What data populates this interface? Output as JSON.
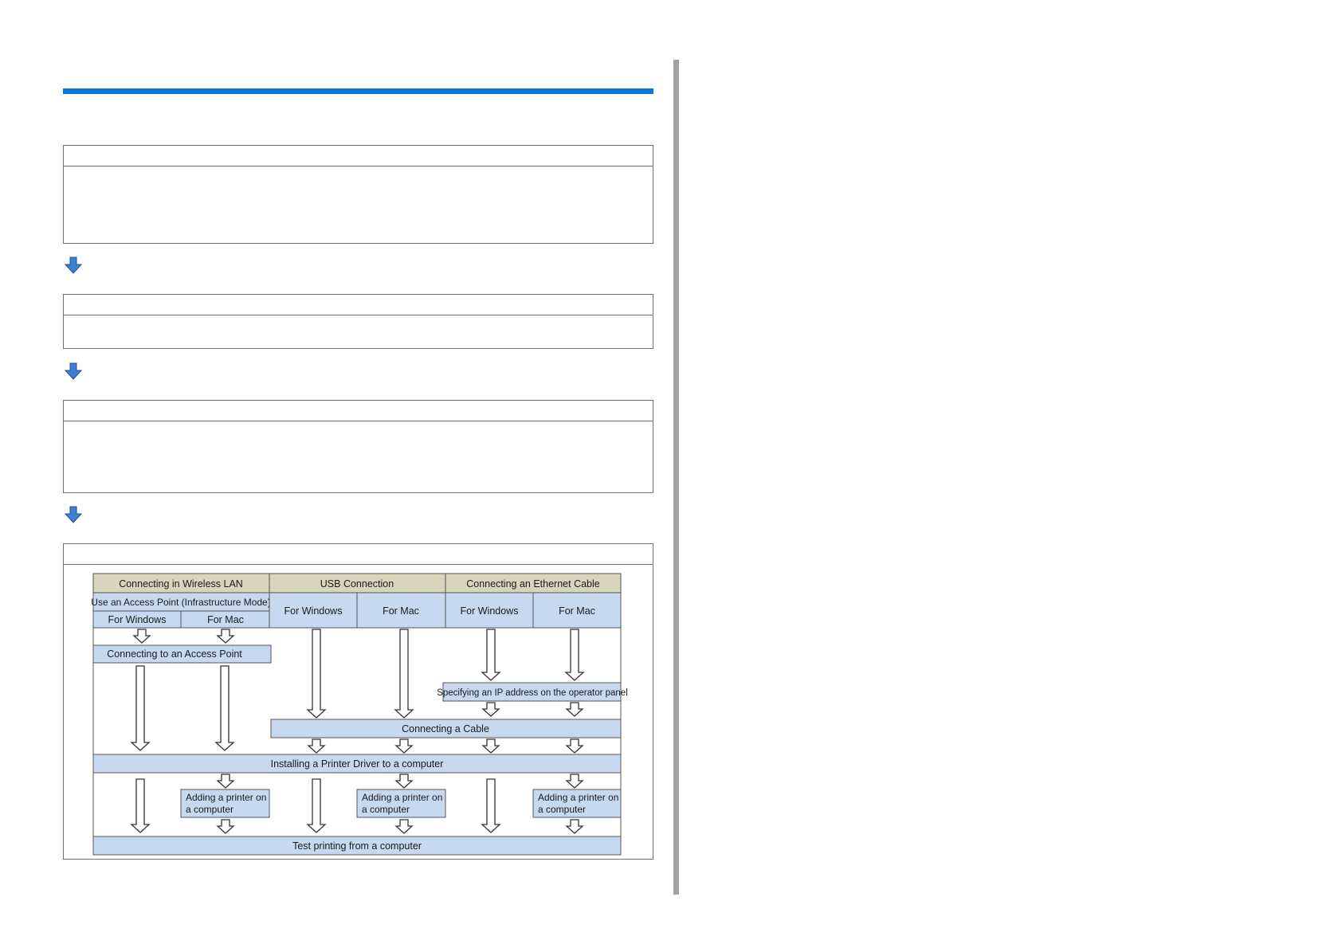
{
  "page": {
    "accent_color": "#0a78d8",
    "divider_color": "#a3a3a3"
  },
  "steps": [
    {
      "heading": "",
      "body": ""
    },
    {
      "heading": "",
      "body": ""
    },
    {
      "heading": "",
      "body": ""
    },
    {
      "heading": "",
      "body": ""
    }
  ],
  "step_arrow_icon": "blue-down-arrow-icon",
  "flowchart": {
    "colors": {
      "header_fill": "#d9d5bd",
      "box_fill": "#c6d9ef",
      "border": "#555555"
    },
    "column_headers": {
      "wireless": "Connecting in Wireless LAN",
      "usb": "USB Connection",
      "ethernet": "Connecting an Ethernet Cable"
    },
    "wireless_mode": "Use an Access Point (Infrastructure Mode)",
    "platforms": {
      "wireless_windows": "For Windows",
      "wireless_mac": "For Mac",
      "usb_windows": "For Windows",
      "usb_mac": "For Mac",
      "ethernet_windows": "For Windows",
      "ethernet_mac": "For Mac"
    },
    "steps": {
      "access_point": "Connecting to an Access Point",
      "ip_address": "Specifying an IP address on the operator panel",
      "cable": "Connecting a Cable",
      "install_driver": "Installing a Printer Driver to a computer",
      "add_printer_line1": "Adding a printer on",
      "add_printer_line2": "a computer",
      "test_print": "Test printing from a computer"
    }
  }
}
